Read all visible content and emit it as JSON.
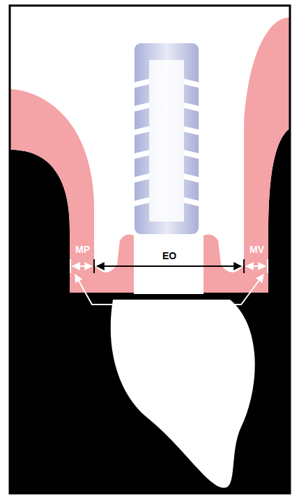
{
  "diagram": {
    "labels": [
      "MP",
      "EO",
      "MV"
    ]
  }
}
